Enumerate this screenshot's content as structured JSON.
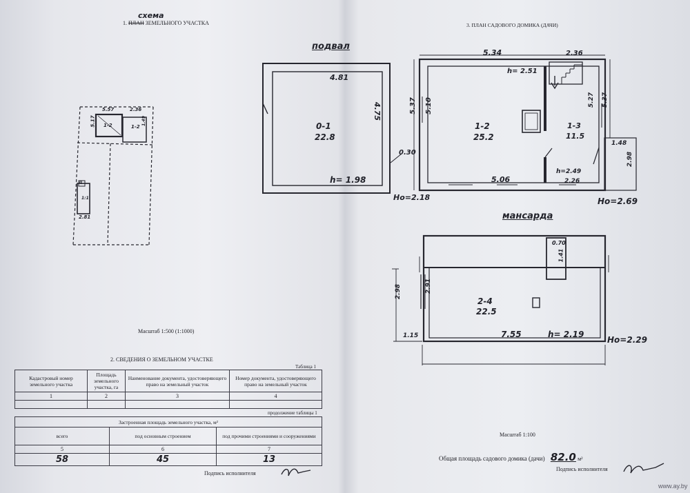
{
  "left_sheet": {
    "scheme_handwritten": "схема",
    "section1_number": "1.",
    "section1_struck": "ПЛАН",
    "section1_rest": "ЗЕМЕЛЬНОГО УЧАСТКА",
    "site_labels": {
      "w1": "5.57",
      "w2": "2.36",
      "d1": "5.17",
      "p1": "1-2",
      "p2": "1-2",
      "p3": "1.49",
      "d2": "2.81",
      "letter": "Д",
      "small": "1:1"
    },
    "scale": "Масштаб 1:500 (1:1000)",
    "section2_title": "2. СВЕДЕНИЯ О ЗЕМЕЛЬНОМ УЧАСТКЕ",
    "table1_caption": "Таблица 1",
    "table1_headers": [
      "Кадастровый номер земельного участка",
      "Площадь земельного участка, га",
      "Наименование документа, удостоверяющего право на земельный участок",
      "Номер документа, удостоверяющего право на земельный участок"
    ],
    "table1_numbers": [
      "1",
      "2",
      "3",
      "4"
    ],
    "table1_cont": "продолжение таблицы 1",
    "table2_title": "Застроенная площадь земельного участка, м²",
    "table2_headers": [
      "всего",
      "под основным строением",
      "под прочими строениями и сооружениями"
    ],
    "table2_numbers": [
      "5",
      "6",
      "7"
    ],
    "table2_values": [
      "58",
      "45",
      "13"
    ],
    "signature_label": "Подпись исполнителя"
  },
  "right_sheet": {
    "section3_title": "3. ПЛАН САДОВОГО ДОМИКА (ДАЧИ)",
    "basement_title": "подвал",
    "basement": {
      "width": "4.81",
      "depth": "4.75",
      "room": "0-1",
      "area": "22.8",
      "h": "h= 1.98",
      "wall": "0.30",
      "h0": "Ho=2.18"
    },
    "ground": {
      "w_top": "5.34",
      "w_top2": "2.36",
      "d_left": "5.37",
      "d_left2": "5.10",
      "room1": "1-2",
      "area1": "25.2",
      "room2": "1-3",
      "area2": "11.5",
      "h1": "h= 2.51",
      "h2": "h=2.49",
      "w_bot": "5.06",
      "w_bot2": "2.26",
      "d_right": "5.27",
      "d_right2": "5.37",
      "porch_w": "1.48",
      "porch_d": "2.98",
      "h0": "Ho=2.69"
    },
    "attic_title": "мансарда",
    "attic": {
      "d_left": "2.98",
      "d_left2": "2.91",
      "room": "2-4",
      "area": "22.5",
      "w_bot": "7.55",
      "h": "h= 2.19",
      "h0": "Ho=2.29",
      "chimney_w": "0.70",
      "chimney_d": "1.41",
      "left_step": "1.15"
    },
    "scale": "Масштаб 1:100",
    "total_label": "Общая площадь садового домика (дачи)",
    "total_value": "82.0",
    "total_unit": "м²",
    "signature_label": "Подпись исполнителя",
    "watermark": "www.ay.by"
  }
}
